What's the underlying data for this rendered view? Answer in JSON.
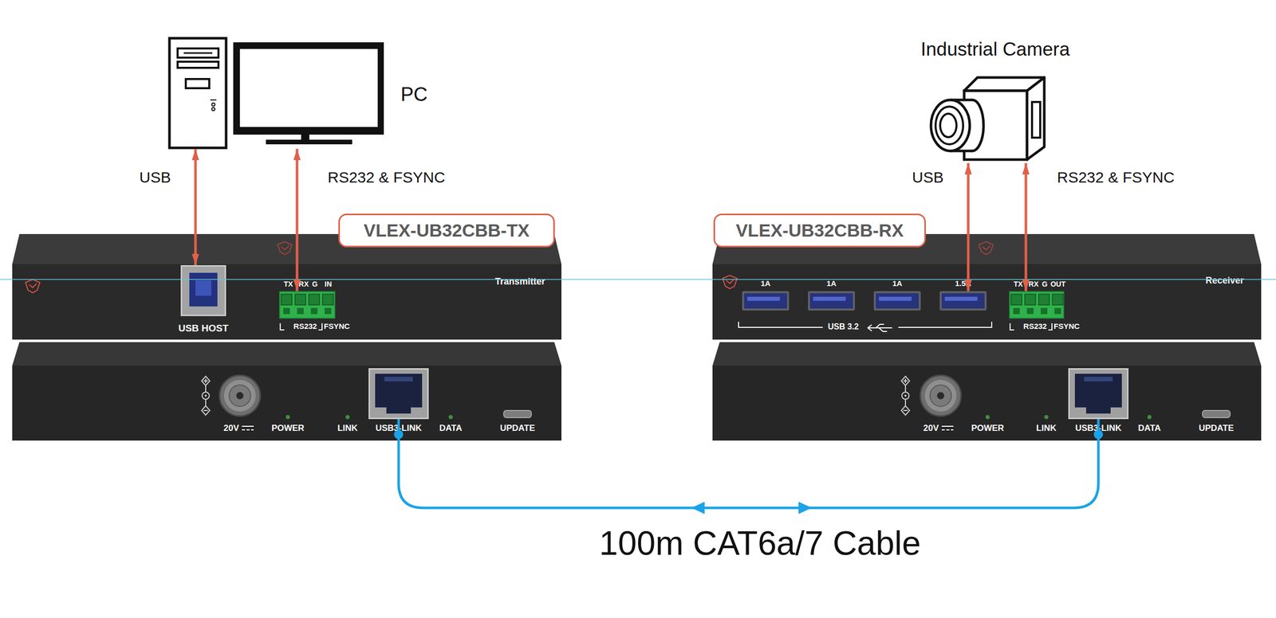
{
  "diagram": {
    "nodes": [
      {
        "text": [
          "PC"
        ]
      },
      {
        "text": [
          "Industrial Camera"
        ]
      },
      {
        "text": [
          "VLEX-UB32CBB-TX"
        ]
      },
      {
        "text": [
          "VLEX-UB32CBB-RX"
        ]
      },
      {
        "text": [
          "Transmitter"
        ]
      },
      {
        "text": [
          "USB HOST"
        ],
        "in": 4
      },
      {
        "text": [
          "TX",
          "RX",
          "G",
          "IN",
          "RS232",
          "FSYNC"
        ],
        "in": 4
      },
      {
        "text": [
          "Receiver"
        ]
      },
      {
        "text": [
          "1A"
        ],
        "in": 7
      },
      {
        "text": [
          "1A"
        ],
        "in": 7
      },
      {
        "text": [
          "1A"
        ],
        "in": 7
      },
      {
        "text": [
          "1.5A"
        ],
        "in": 7
      },
      {
        "text": [
          "TX",
          "RX",
          "G",
          "OUT",
          "RS232",
          "FSYNC"
        ],
        "in": 7
      },
      {
        "text": [
          "20V",
          "POWER",
          "LINK",
          "DATA",
          "UPDATE"
        ]
      },
      {
        "text": [
          "USB3-LINK"
        ],
        "in": 13
      },
      {
        "text": [
          "20V",
          "POWER",
          "LINK",
          "DATA",
          "UPDATE"
        ]
      },
      {
        "text": [
          "USB3-LINK"
        ],
        "in": 15
      }
    ],
    "edges": [
      {
        "from": 0,
        "to": 5,
        "label": "USB",
        "arrow": "both"
      },
      {
        "from": 0,
        "to": 6,
        "label": "RS232 & FSYNC",
        "arrow": "both"
      },
      {
        "from": 14,
        "to": 16,
        "label": "100m CAT6a/7 Cable",
        "arrow": "both"
      },
      {
        "from": 1,
        "to": 11,
        "label": "USB",
        "arrow": "both"
      },
      {
        "from": 1,
        "to": 12,
        "label": "RS232 & FSYNC",
        "arrow": "both"
      }
    ],
    "labels": [
      "USB 3.2"
    ]
  }
}
